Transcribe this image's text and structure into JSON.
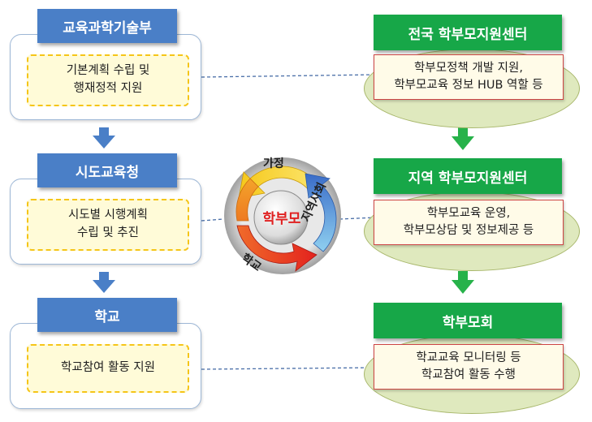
{
  "left": {
    "moe": {
      "title": "교육과학기술부",
      "content": [
        "기본계획 수립 및",
        "행재정적 지원"
      ]
    },
    "provincial": {
      "title": "시도교육청",
      "content": [
        "시도별 시행계획",
        "수립 및 추진"
      ]
    },
    "school": {
      "title": "학교",
      "content": [
        "학교참여 활동 지원"
      ]
    }
  },
  "right": {
    "national": {
      "title": "전국 학부모지원센터",
      "content": [
        "학부모정책 개발 지원,",
        "학부모교육 정보 HUB 역할 등"
      ]
    },
    "regional": {
      "title": "지역 학부모지원센터",
      "content": [
        "학부모교육 운영,",
        "학부모상담 및 정보제공 등"
      ]
    },
    "association": {
      "title": "학부모회",
      "content": [
        "학교교육 모니터링 등",
        "학교참여 활동 수행"
      ]
    }
  },
  "cycle": {
    "center": "학부모",
    "home": "가정",
    "school": "학교",
    "community": "지역사회"
  },
  "colors": {
    "blue_header": "#4a7fc7",
    "green_header": "#17a748",
    "dashed_border": "#f5c518",
    "ellipse_fill": "#dfe9be",
    "arrow_blue": "#4a7fc7",
    "arrow_green": "#27b24a",
    "center_text": "#e02020"
  }
}
